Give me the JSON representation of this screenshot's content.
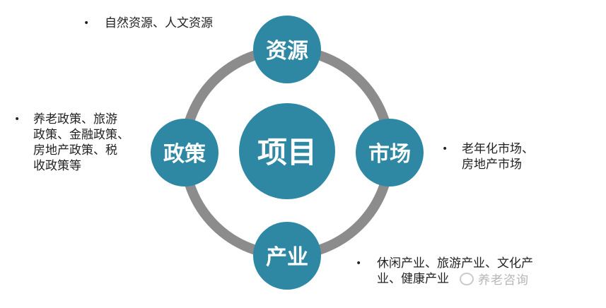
{
  "colors": {
    "node_fill": "#2e88a3",
    "ring_stroke": "#8c8c8c",
    "node_text": "#ffffff",
    "note_text": "#222222",
    "background": "#ffffff"
  },
  "diagram": {
    "center": {
      "label": "项目"
    },
    "nodes": [
      {
        "id": "top",
        "label": "资源"
      },
      {
        "id": "right",
        "label": "市场"
      },
      {
        "id": "bottom",
        "label": "产业"
      },
      {
        "id": "left",
        "label": "政策"
      }
    ]
  },
  "notes": {
    "resources": {
      "bullet": "•",
      "lines": [
        "自然资源、人文资源"
      ]
    },
    "policy": {
      "bullet": "•",
      "lines": [
        "养老政策、旅游",
        "政策、金融政策、",
        "房地产政策、税",
        "收政策等"
      ]
    },
    "market": {
      "bullet": "•",
      "lines": [
        "老年化市场、",
        "房地产市场"
      ]
    },
    "industry": {
      "bullet": "•",
      "lines": [
        "休闲产业、旅游产业、文化产",
        "业、健康产业"
      ]
    }
  },
  "watermark": {
    "text": "养老咨询"
  }
}
